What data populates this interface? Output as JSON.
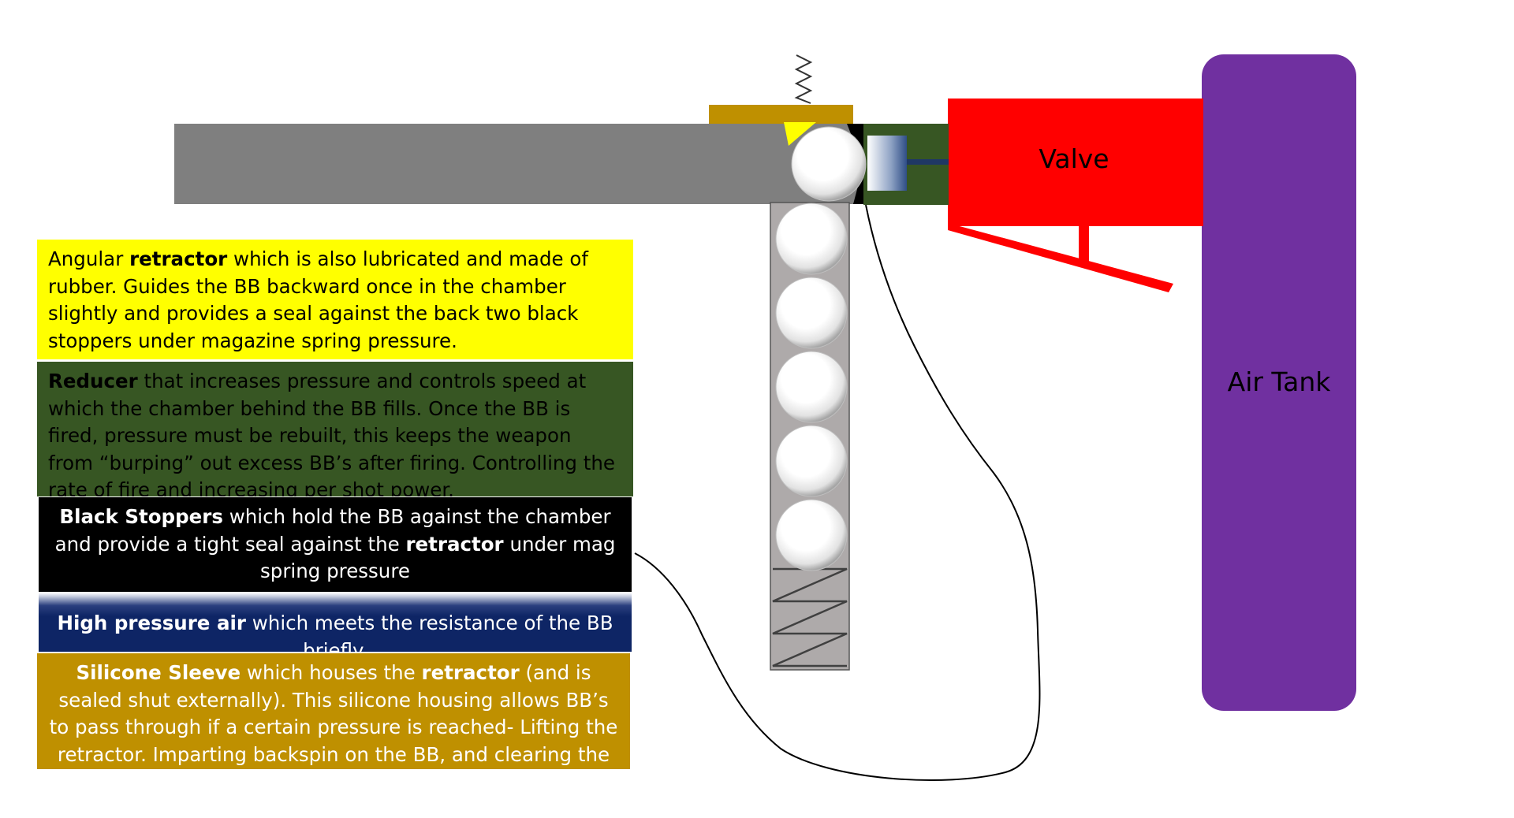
{
  "labels": {
    "valve": "Valve",
    "air_tank": "Air Tank"
  },
  "callouts": {
    "retractor": {
      "p1": "Angular ",
      "b1": "retractor",
      "p2": " which is also lubricated and made of rubber. Guides the BB backward once in the chamber slightly and provides a seal against the back two black stoppers under magazine spring pressure."
    },
    "reducer": {
      "b1": "Reducer",
      "p1": " that increases pressure and controls speed at which the chamber behind the BB fills. Once the BB is fired, pressure must be rebuilt, this keeps the weapon from “burping” out excess BB’s after firing. Controlling the rate of fire and increasing per shot power."
    },
    "stoppers": {
      "b1": "Black Stoppers",
      "p1": " which hold the BB against the chamber and provide a tight seal against the ",
      "b2": "retractor",
      "p2": " under mag spring pressure"
    },
    "high_pressure": {
      "b1": "High pressure air",
      "p1": " which meets the resistance of the BB briefly."
    },
    "sleeve": {
      "b1": "Silicone Sleeve",
      "p1": " which houses the ",
      "b2": "retractor",
      "p2": " (and is sealed shut externally). This silicone housing allows BB’s to pass through if a certain pressure is reached- Lifting the retractor. Imparting backspin on the BB, and clearing the way to the barrel."
    }
  },
  "colors": {
    "barrel": "#7f7f7f",
    "magazine": "#aeaaaa",
    "sleeve": "#bf9000",
    "retractor": "#ffff00",
    "reducer": "#375623",
    "valve": "#ff0000",
    "air_tank": "#7030a0",
    "high_pressure": "#0e2565",
    "stoppers": "#000000"
  }
}
